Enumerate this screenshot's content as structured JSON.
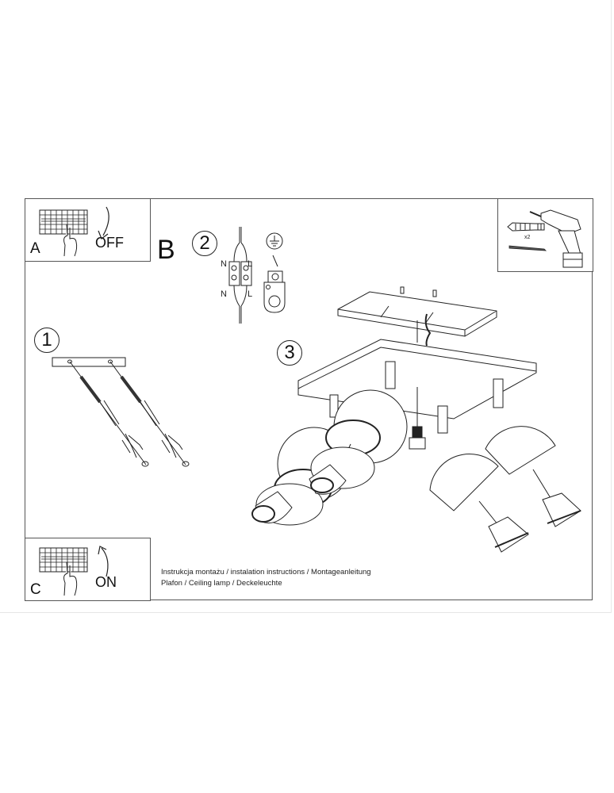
{
  "panels": {
    "A": {
      "label": "A",
      "state": "OFF"
    },
    "B": {
      "label": "B"
    },
    "C": {
      "label": "C",
      "state": "ON"
    }
  },
  "steps": [
    {
      "number": "1"
    },
    {
      "number": "2",
      "wiring_labels": {
        "top_left": "N",
        "top_right": "L",
        "bottom_left": "N",
        "bottom_right": "L"
      }
    },
    {
      "number": "3"
    }
  ],
  "tools": {
    "quantity": "x2"
  },
  "caption": {
    "line1": "Instrukcja montażu / instalation instructions / Montageanleitung",
    "line2": "Plafon / Ceiling lamp / Deckeleuchte"
  }
}
